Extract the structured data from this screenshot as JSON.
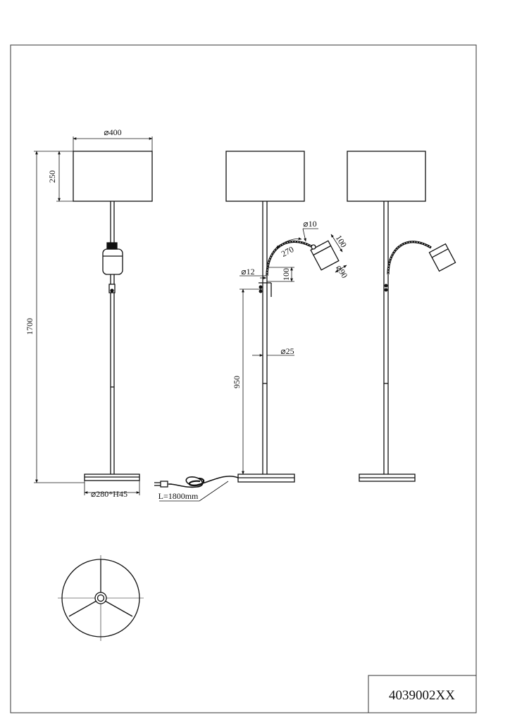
{
  "drawing": {
    "product_code": "4039002XX",
    "dimensions": {
      "shade_diameter": "⌀400",
      "shade_height": "250",
      "total_height": "1700",
      "base": "⌀280*H45",
      "cable_length": "L=1800mm",
      "arm_tube_diameter": "⌀10",
      "arm_length": "270",
      "spot_length": "100",
      "spot_diameter": "⌀90",
      "switch_offset": "100",
      "switch_diameter": "⌀12",
      "pole_diameter": "⌀25",
      "switch_height": "950"
    }
  }
}
